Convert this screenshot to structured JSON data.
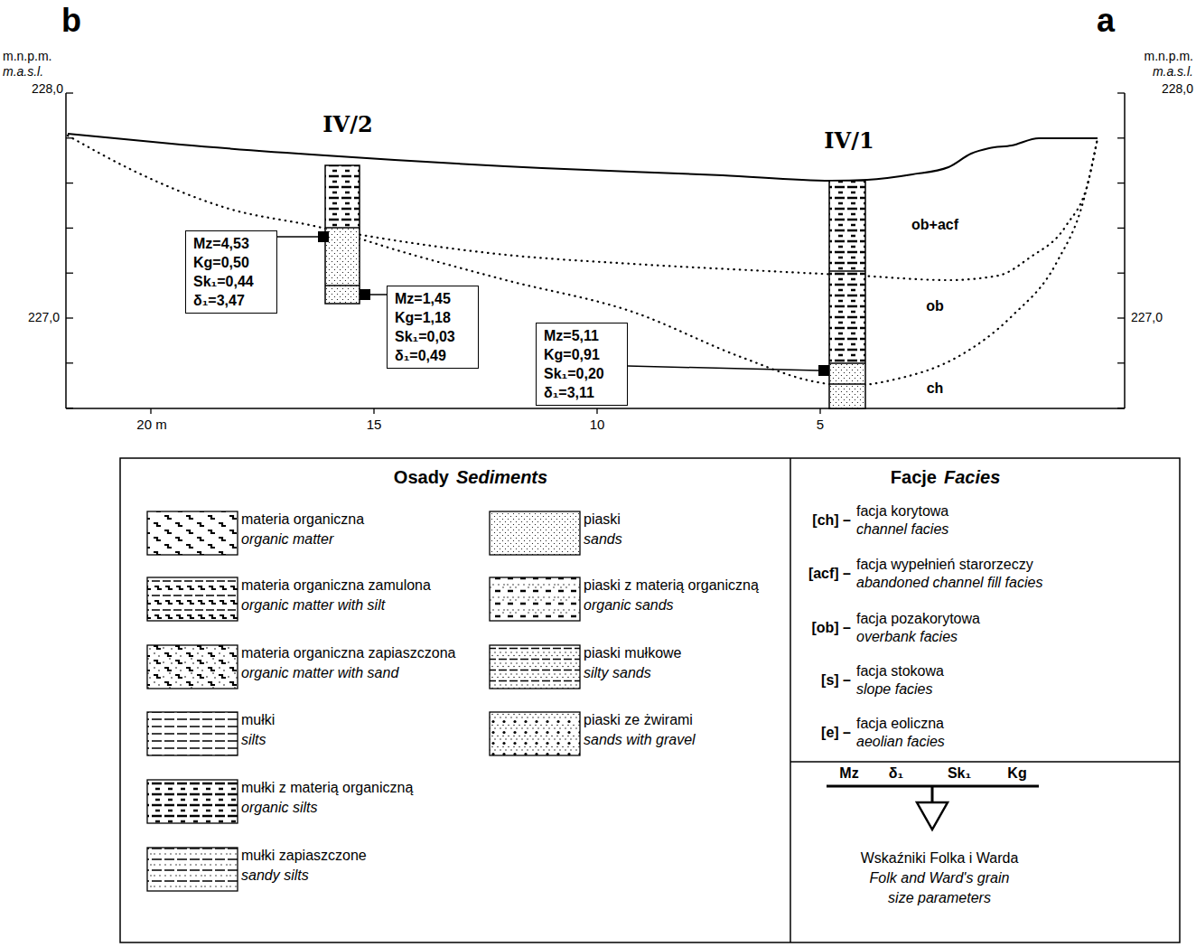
{
  "diagram": {
    "nodes": [
      {
        "text": [
          "Mz=4,53",
          "Kg=0,50",
          "Sk₁=0,44",
          "δ₁=3,47"
        ]
      },
      {
        "text": [
          "Mz=1,45",
          "Kg=1,18",
          "Sk₁=0,03",
          "δ₁=0,49"
        ]
      },
      {
        "text": [
          "Mz=5,11",
          "Kg=0,91",
          "Sk₁=0,20",
          "δ₁=3,11"
        ]
      }
    ],
    "labels": [
      "b",
      "a",
      "m.n.p.m.",
      "m.a.s.l.",
      "228,0",
      "m.n.p.m.",
      "m.a.s.l.",
      "228,0",
      "227,0",
      "227,0",
      "20 m",
      "15",
      "10",
      "5",
      "IV/2",
      "IV/1",
      "ob+acf",
      "ob",
      "ch",
      "Osady",
      "Sediments",
      "organic matter",
      "organic matter with silt",
      "organic matter with sand",
      "silts",
      "organic silts",
      "sandy silts",
      "sands",
      "organic sands",
      "silty sands",
      "sands with gravel",
      "Facje",
      "Facies",
      "[ch] –",
      "facja korytowa",
      "channel facies",
      "[acf] –",
      "facja wypełnień starorzeczy",
      "abandoned channel fill facies",
      "[ob] –",
      "facja pozakorytowa",
      "overbank facies",
      "[s] –",
      "facja stokowa",
      "slope facies",
      "[e] –",
      "facja eoliczna",
      "aeolian facies",
      "Mz",
      "δ₁",
      "Sk₁",
      "Kg",
      "Wskaźniki Folka i Warda",
      "Folk and Ward's grain",
      "size parameters"
    ],
    "legend": [
      {
        "text": "materia organiczna"
      },
      {
        "text": "materia organiczna zamulona"
      },
      {
        "text": "materia organiczna zapiaszczona"
      },
      {
        "text": "mułki"
      },
      {
        "text": "mułki z materią organiczną"
      },
      {
        "text": "mułki zapiaszczone"
      },
      {
        "text": "piaski"
      },
      {
        "text": "piaski z materią organiczną"
      },
      {
        "text": "piaski mułkowe"
      },
      {
        "text": "piaski ze żwirami"
      }
    ]
  }
}
